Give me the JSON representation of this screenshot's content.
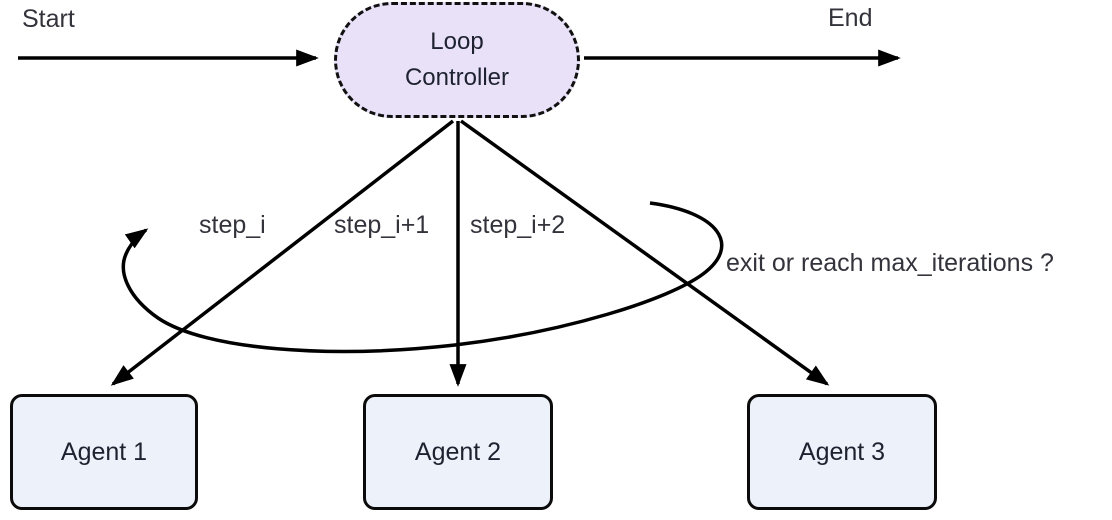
{
  "diagram": {
    "type": "flowchart",
    "start_label": "Start",
    "end_label": "End",
    "controller": {
      "label": "Loop Controller"
    },
    "edge_labels": [
      {
        "text": "step_i"
      },
      {
        "text": "step_i+1"
      },
      {
        "text": "step_i+2"
      }
    ],
    "loop_annotation": "exit or reach max_iterations ?",
    "agents": [
      {
        "label": "Agent 1"
      },
      {
        "label": "Agent 2"
      },
      {
        "label": "Agent 3"
      }
    ],
    "colors": {
      "controller_fill": "#e9e1f8",
      "controller_border": "#111111",
      "agent_fill": "#edf1fa",
      "agent_border": "#0b0b0b",
      "line": "#000000",
      "label_text": "#33333b",
      "node_text": "#1e2230"
    }
  }
}
